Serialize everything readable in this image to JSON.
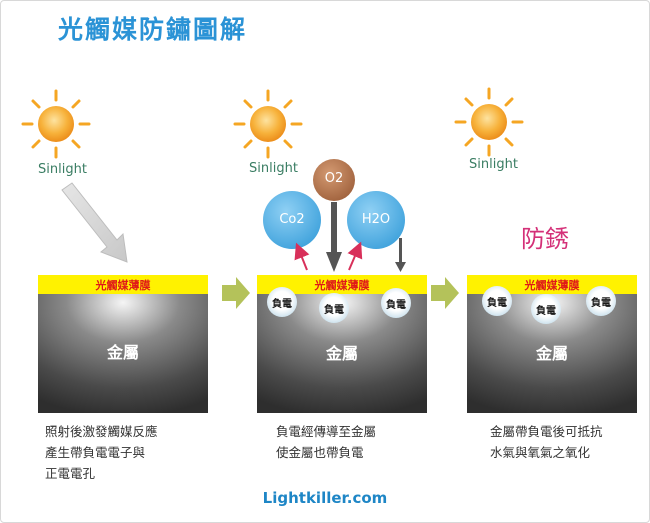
{
  "title": "光觸媒防鏽圖解",
  "sunlight_label": "Sinlight",
  "film_label": "光觸媒薄膜",
  "metal_label": "金屬",
  "negative_charge_label": "負電",
  "molecules": {
    "o2": "O2",
    "co2": "Co2",
    "h2o": "H2O"
  },
  "rust_label": "防銹",
  "steps": [
    {
      "description": "照射後激發觸媒反應\n產生帶負電電子與\n正電電孔"
    },
    {
      "description": "負電經傳導至金屬\n使金屬也帶負電"
    },
    {
      "description": "金屬帶負電後可抵抗\n水氣與氧氣之氧化"
    }
  ],
  "footer": "Lightkiller.com",
  "colors": {
    "title": "#2b93d6",
    "film_yellow": "#fff200",
    "film_text": "#e01818",
    "sun_orange": "#f5a623",
    "molecule_blue": "#5ab4e8",
    "o2_brown": "#b0724b",
    "arrow_green": "#b4c25a",
    "rust_pink": "#d43078",
    "footer_blue": "#1e86c6"
  },
  "icons": [
    "sun-icon",
    "arrow-icon",
    "metal-block",
    "charge-circle"
  ]
}
